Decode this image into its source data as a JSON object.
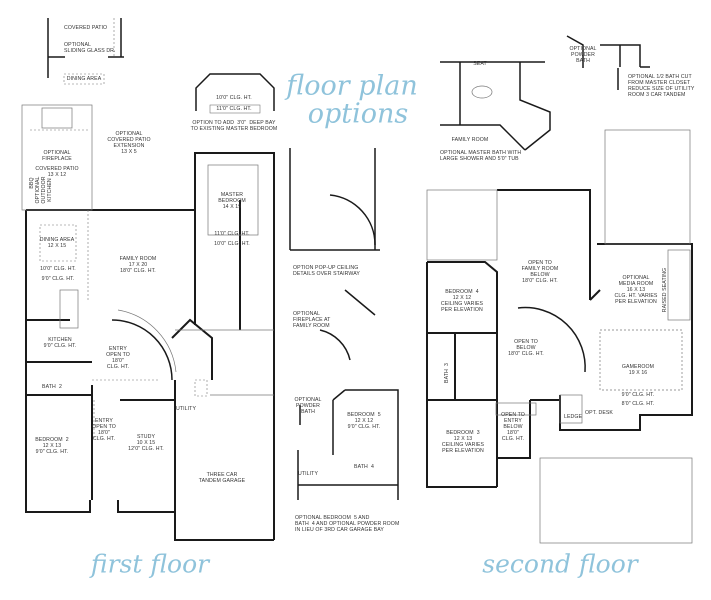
{
  "titles": {
    "options_line1": "floor plan",
    "options_line2": "options",
    "first_floor": "first floor",
    "second_floor": "second floor"
  },
  "colors": {
    "wall": "#1a1a1a",
    "thin": "#777777",
    "script": "#8fc3db"
  },
  "first_floor": {
    "covered_patio_top": "COVERED PATIO",
    "sliding_glass": "OPTIONAL\nSLIDING GLASS DR.",
    "dining_top": "DINING AREA",
    "bay_clg1": "10'0\" CLG. HT.",
    "bay_clg2": "11'0\" CLG. HT.",
    "bay_note": "OPTION TO ADD  3'0\"  DEEP BAY\nTO EXISTING MASTER BEDROOM",
    "patio_ext": "OPTIONAL\nCOVERED PATIO\nEXTENSION\n13 X 5",
    "opt_fireplace": "OPTIONAL\nFIREPLACE",
    "covered_patio": "COVERED PATIO\n13 X 12",
    "outdoor_kitchen": "OPTIONAL\nOUTDOOR\nKITCHEN",
    "bbq": "BBQ",
    "master": "MASTER\nBEDROOM\n14 X 19",
    "master_clg1": "11'0\" CLG. HT.",
    "master_clg2": "10'0\" CLG. HT.",
    "dining": "DINING AREA\n12 X 15",
    "dining_clg1": "10'0\" CLG. HT.",
    "dining_clg2": "9'0\" CLG. HT.",
    "family": "FAMILY ROOM\n17 X 20\n18'0\" CLG. HT.",
    "kitchen": "KITCHEN\n9'0\" CLG. HT.",
    "entry_stair": "ENTRY\nOPEN TO\n18'0\"\nCLG. HT.",
    "bath2": "BATH  2",
    "utility": "UTILITY",
    "entry": "ENTRY\nOPEN TO\n18'0\"\nCLG. HT.",
    "study": "STUDY\n10 X 15\n12'0\" CLG. HT.",
    "bedroom2": "BEDROOM  2\n12 X 13\n9'0\" CLG. HT.",
    "garage": "THREE CAR\nTANDEM GARAGE"
  },
  "options": {
    "popup": "OPTION POP-UP CEILING\nDETAILS OVER STAIRWAY",
    "fireplace": "OPTIONAL\nFIREPLACE AT\nFAMILY ROOM",
    "powder": "OPTIONAL\nPOWDER\nBATH",
    "bedroom5": "BEDROOM  5\n12 X 12\n9'0\" CLG. HT.",
    "bath4": "BATH  4",
    "utility": "UTILITY",
    "bedroom5_note": "OPTIONAL BEDROOM  5 AND\nBATH  4 AND OPTIONAL POWDER ROOM\nIN LIEU OF 3RD CAR GARAGE BAY",
    "powder2": "OPTIONAL\nPOWDER\nBATH",
    "half_bath": "OPTIONAL 1/2 BATH CUT\nFROM MASTER CLOSET\nREDUCE SIZE OF UTILITY\nROOM 3 CAR TANDEM",
    "family_room": "FAMILY ROOM",
    "master_bath": "OPTIONAL MASTER BATH WITH\nLARGE SHOWER AND 5'0\" TUB",
    "seat": "SEAT"
  },
  "second_floor": {
    "open_family": "OPEN TO\nFAMILY ROOM\nBELOW\n18'0\" CLG. HT.",
    "bedroom4": "BEDROOM  4\n12 X 12\nCEILING VARIES\nPER ELEVATION",
    "media": "OPTIONAL\nMEDIA ROOM\n16 X 13\nCLG. HT. VARIES\nPER ELEVATION",
    "raised": "RAISED SEATING",
    "open_below": "OPEN TO\nBELOW\n18'0\" CLG. HT.",
    "bath3": "BATH  3",
    "gameroom": "GAMEROOM\n19 X 16",
    "game_clg1": "9'0\" CLG. HT.",
    "game_clg2": "8'0\" CLG. HT.",
    "ledge": "LEDGE",
    "desk": "OPT. DESK",
    "open_entry": "OPEN TO\nENTRY\nBELOW\n18'0\"\nCLG. HT.",
    "bedroom3": "BEDROOM  3\n12 X 13\nCEILING VARIES\nPER ELEVATION"
  }
}
